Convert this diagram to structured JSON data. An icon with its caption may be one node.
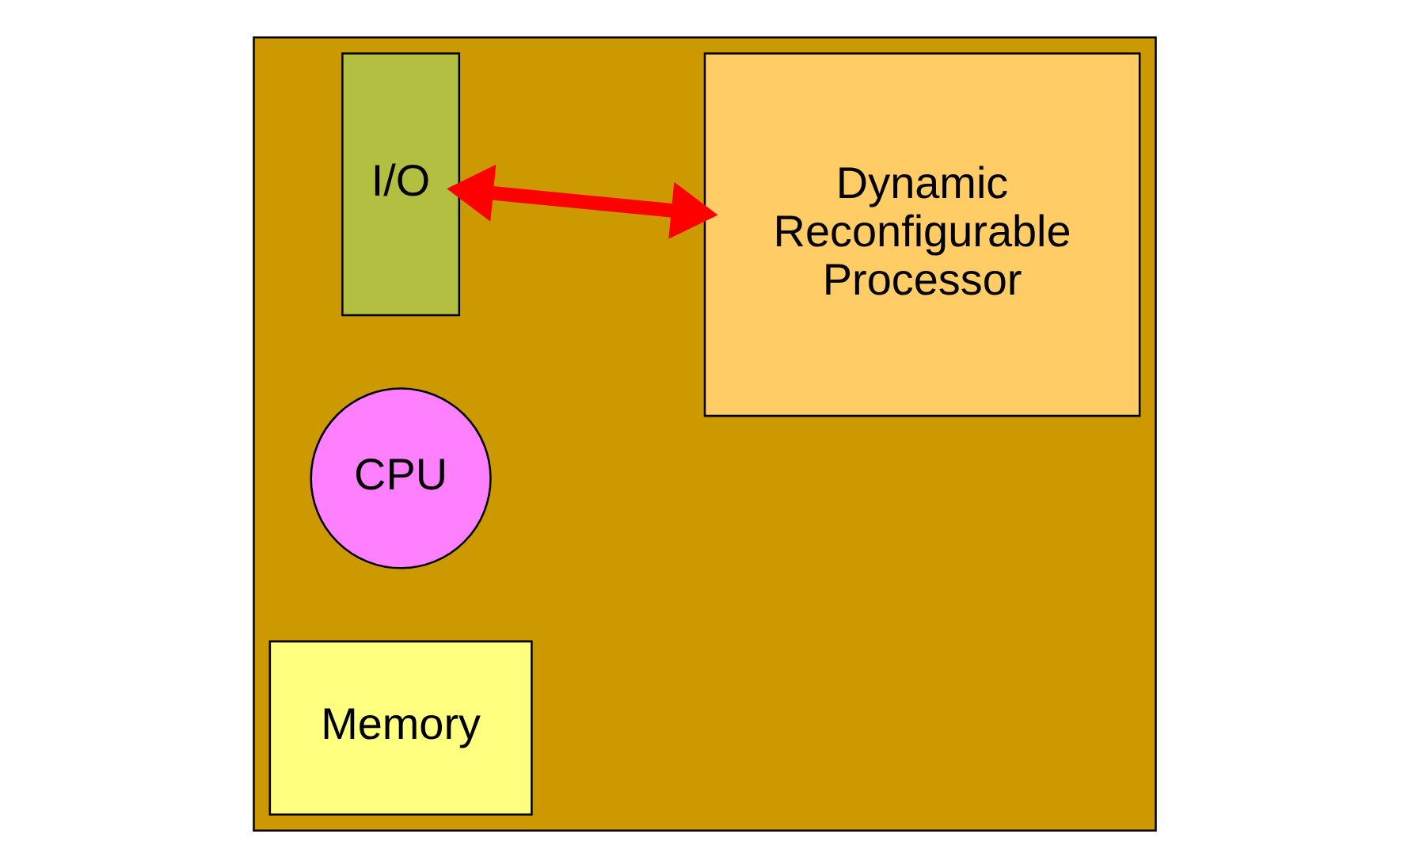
{
  "diagram": {
    "nodes": [
      {
        "text": [],
        "shape": "box"
      },
      {
        "text": [
          "I/O"
        ],
        "in": 0
      },
      {
        "text": [
          "CPU"
        ],
        "in": 0
      },
      {
        "text": [
          "Memory"
        ],
        "in": 0
      },
      {
        "text": [
          "Dynamic Reconfigurable Processor"
        ],
        "in": 0
      }
    ],
    "edges": [
      {
        "from": 1,
        "to": 4,
        "arrow": "both"
      }
    ]
  }
}
